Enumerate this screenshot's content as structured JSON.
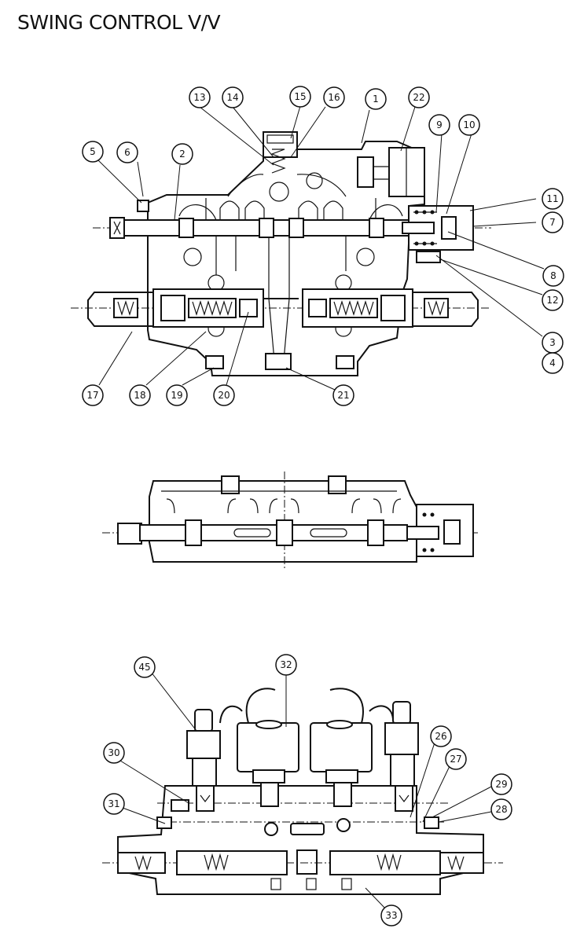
{
  "title": "SWING CONTROL V/V",
  "callouts": [
    "1",
    "2",
    "3",
    "4",
    "5",
    "6",
    "7",
    "8",
    "9",
    "10",
    "11",
    "12",
    "13",
    "14",
    "15",
    "16",
    "17",
    "18",
    "19",
    "20",
    "21",
    "22",
    "26",
    "27",
    "28",
    "29",
    "30",
    "31",
    "32",
    "33",
    "45"
  ]
}
